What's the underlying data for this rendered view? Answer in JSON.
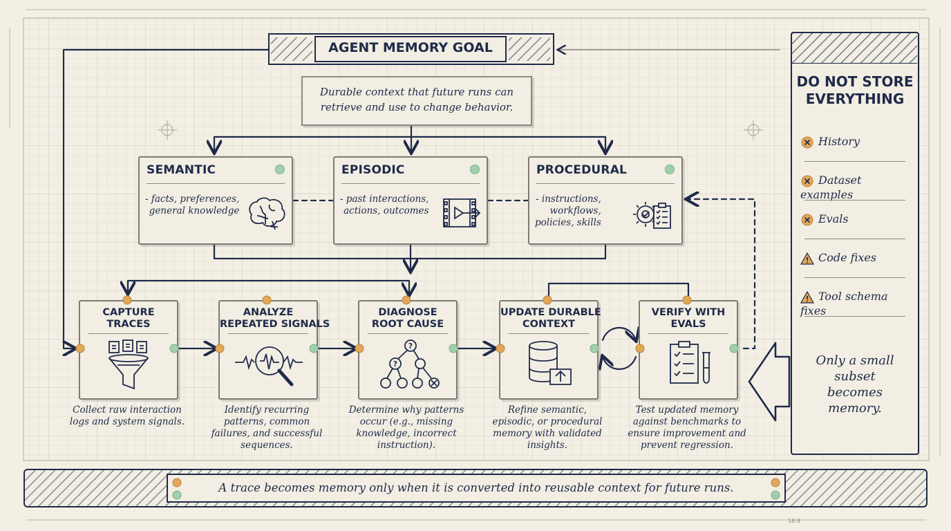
{
  "goal": {
    "title": "AGENT MEMORY GOAL",
    "definition": "Durable context that future runs can retrieve and use to change behavior."
  },
  "memory_types": [
    {
      "title": "SEMANTIC",
      "text": "- facts, preferences,\ngeneral knowledge",
      "icon": "brain-icon"
    },
    {
      "title": "EPISODIC",
      "text": "- past interactions,\nactions, outcomes",
      "icon": "film-icon"
    },
    {
      "title": "PROCEDURAL",
      "text": "- instructions,\nworkflows,\npolicies, skills",
      "icon": "gear-checklist-icon"
    }
  ],
  "stages": [
    {
      "title": "CAPTURE\nTRACES",
      "icon": "funnel-icon",
      "description": "Collect raw interaction\nlogs and system signals."
    },
    {
      "title": "ANALYZE\nREPEATED SIGNALS",
      "icon": "magnifier-signal-icon",
      "description": "Identify recurring\npatterns, common\nfailures, and successful\nsequences."
    },
    {
      "title": "DIAGNOSE\nROOT CAUSE",
      "icon": "decision-tree-icon",
      "description": "Determine why patterns\noccur (e.g., missing\nknowledge, incorrect\ninstruction)."
    },
    {
      "title": "UPDATE DURABLE\nCONTEXT",
      "icon": "database-upload-icon",
      "description": "Refine semantic,\nepisodic, or procedural\nmemory with validated\ninsights."
    },
    {
      "title": "VERIFY WITH\nEVALS",
      "icon": "clipboard-testtube-icon",
      "description": "Test updated memory\nagainst benchmarks to\nensure improvement and\nprevent regression."
    }
  ],
  "do_not_store": {
    "title": "DO NOT STORE\nEVERYTHING",
    "items": [
      {
        "label": "History",
        "marker": "x-circle-icon"
      },
      {
        "label": "Dataset examples",
        "marker": "x-circle-icon"
      },
      {
        "label": "Evals",
        "marker": "x-circle-icon"
      },
      {
        "label": "Code fixes",
        "marker": "warning-icon"
      },
      {
        "label": "Tool schema fixes",
        "marker": "warning-icon"
      }
    ],
    "note": "Only a small\nsubset\nbecomes\nmemory."
  },
  "footer": {
    "text": "A trace becomes memory only when it is converted into reusable context for future runs."
  },
  "margin_labels": {
    "aspect": "16:9"
  },
  "colors": {
    "navy": "#1f2a4a",
    "paper": "#f3efe4",
    "grid": "#d9d5c8",
    "orange_dot": "#e2a85a",
    "green_dot": "#9fd0ab"
  }
}
